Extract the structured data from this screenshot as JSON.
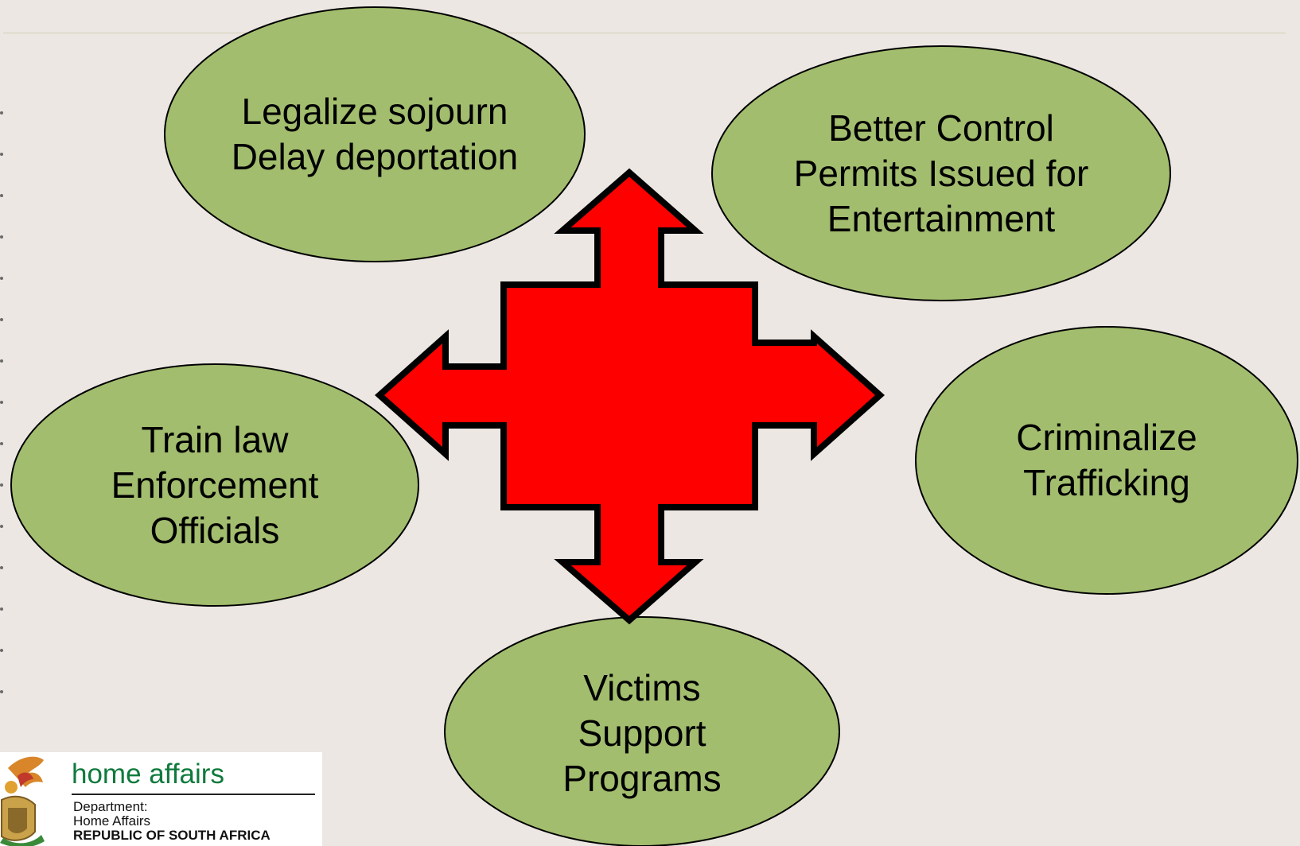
{
  "diagram": {
    "nodes": [
      {
        "id": "legalize",
        "lines": [
          "Legalize sojourn",
          "Delay deportation"
        ]
      },
      {
        "id": "control",
        "lines": [
          "Better Control",
          "Permits Issued for",
          "Entertainment"
        ]
      },
      {
        "id": "train",
        "lines": [
          "Train law",
          "Enforcement",
          "Officials"
        ]
      },
      {
        "id": "criminalize",
        "lines": [
          "Criminalize",
          "Trafficking"
        ]
      },
      {
        "id": "victims",
        "lines": [
          "Victims",
          "Support",
          "Programs"
        ]
      }
    ],
    "center_shape": "four-way-arrow",
    "colors": {
      "oval_fill": "#a2bd6e",
      "arrow_fill": "#ff0000",
      "background": "#ece7e3"
    }
  },
  "logo": {
    "title": "home affairs",
    "line1": "Department:",
    "line2": "Home Affairs",
    "line3": "REPUBLIC OF SOUTH AFRICA",
    "emblem": "coat-of-arms-icon"
  }
}
